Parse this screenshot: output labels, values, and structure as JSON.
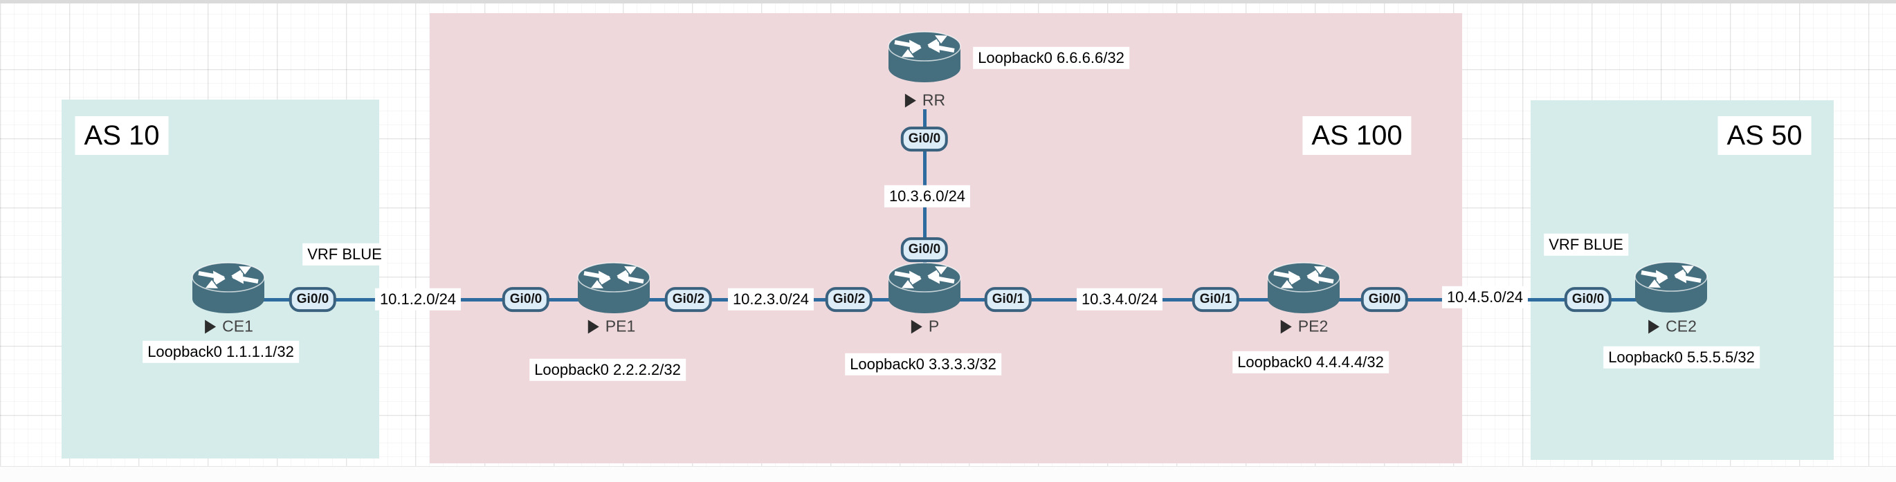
{
  "colors": {
    "customer_as_fill": "#d6eceb",
    "provider_as_fill": "#eed8db",
    "link_color": "#2e6b9e",
    "interface_fill": "#dcedf8",
    "interface_border": "#3a617d",
    "router_fill": "#456e7e"
  },
  "regions": [
    {
      "label": "AS 10"
    },
    {
      "label": "AS 100"
    },
    {
      "label": "AS 50"
    }
  ],
  "routers": [
    {
      "name": "CE1",
      "loopback": "Loopback0 1.1.1.1/32"
    },
    {
      "name": "PE1",
      "loopback": "Loopback0 2.2.2.2/32"
    },
    {
      "name": "P",
      "loopback": "Loopback0 3.3.3.3/32"
    },
    {
      "name": "PE2",
      "loopback": "Loopback0 4.4.4.4/32"
    },
    {
      "name": "CE2",
      "loopback": "Loopback0 5.5.5.5/32"
    },
    {
      "name": "RR",
      "loopback": "Loopback0 6.6.6.6/32"
    }
  ],
  "links": [
    {
      "subnet": "10.1.2.0/24",
      "a_if": "Gi0/0",
      "b_if": "Gi0/0"
    },
    {
      "subnet": "10.2.3.0/24",
      "a_if": "Gi0/2",
      "b_if": "Gi0/2"
    },
    {
      "subnet": "10.3.4.0/24",
      "a_if": "Gi0/1",
      "b_if": "Gi0/1"
    },
    {
      "subnet": "10.4.5.0/24",
      "a_if": "Gi0/0",
      "b_if": "Gi0/0"
    },
    {
      "subnet": "10.3.6.0/24",
      "a_if": "Gi0/0",
      "b_if": "Gi0/0"
    }
  ],
  "vrf_labels": [
    {
      "text": "VRF BLUE"
    },
    {
      "text": "VRF BLUE"
    }
  ]
}
